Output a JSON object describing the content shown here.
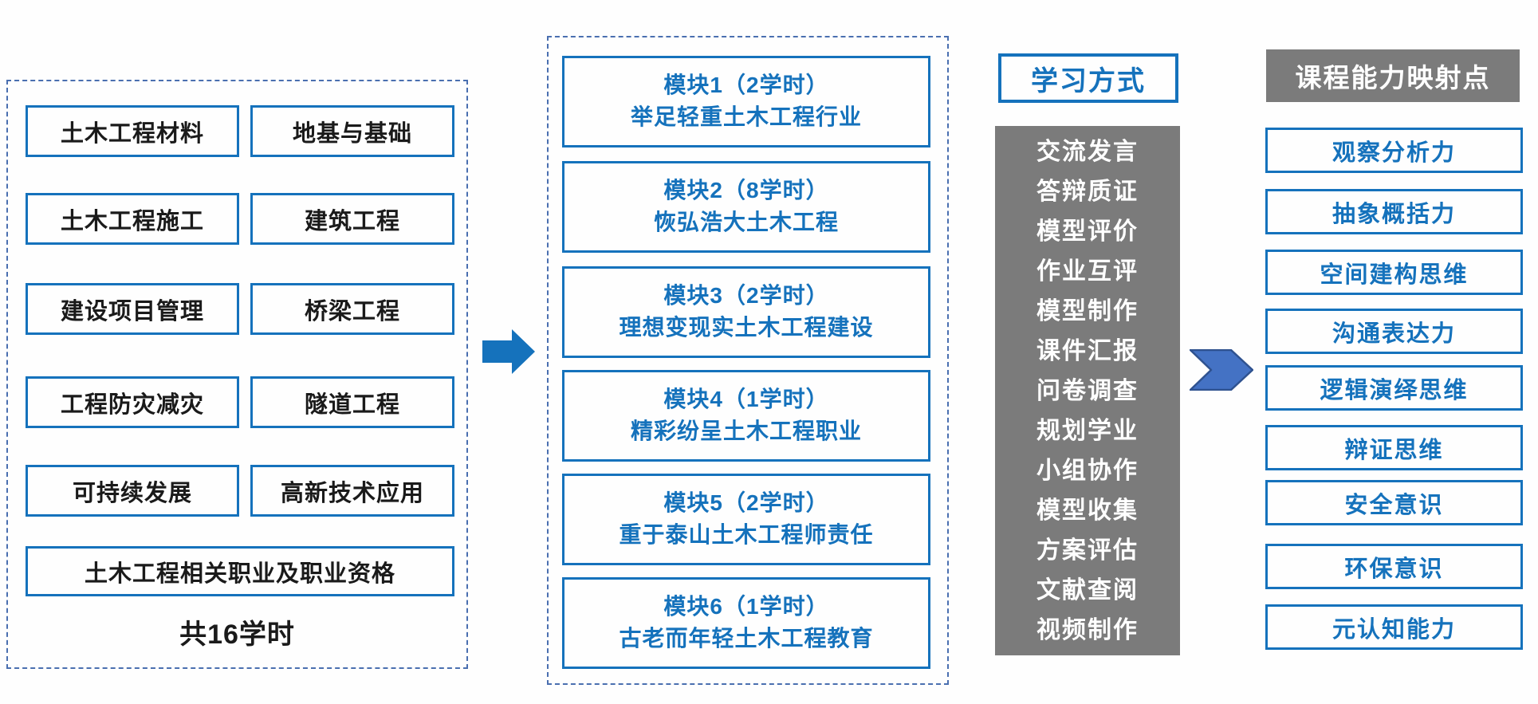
{
  "colors": {
    "accent_blue": "#1572bc",
    "panel_dash_blue": "#4a6fb0",
    "gray_panel": "#7b7b7b",
    "chevron_fill": "#4472c4",
    "chevron_stroke": "#2f528f",
    "box_text_black": "#1a1a1a",
    "white": "#ffffff"
  },
  "left_panel": {
    "topics": [
      [
        "土木工程材料",
        "地基与基础"
      ],
      [
        "土木工程施工",
        "建筑工程"
      ],
      [
        "建设项目管理",
        "桥梁工程"
      ],
      [
        "工程防灾减灾",
        "隧道工程"
      ],
      [
        "可持续发展",
        "高新技术应用"
      ]
    ],
    "wide_topic": "土木工程相关职业及职业资格",
    "total_label": "共16学时"
  },
  "modules": [
    {
      "title": "模块1（2学时）",
      "subtitle": "举足轻重土木工程行业"
    },
    {
      "title": "模块2（8学时）",
      "subtitle": "恢弘浩大土木工程"
    },
    {
      "title": "模块3（2学时）",
      "subtitle": "理想变现实土木工程建设"
    },
    {
      "title": "模块4（1学时）",
      "subtitle": "精彩纷呈土木工程职业"
    },
    {
      "title": "模块5（2学时）",
      "subtitle": "重于泰山土木工程师责任"
    },
    {
      "title": "模块6（1学时）",
      "subtitle": "古老而年轻土木工程教育"
    }
  ],
  "learning_methods": {
    "header": "学习方式",
    "items": [
      "交流发言",
      "答辩质证",
      "模型评价",
      "作业互评",
      "模型制作",
      "课件汇报",
      "问卷调查",
      "规划学业",
      "小组协作",
      "模型收集",
      "方案评估",
      "文献查阅",
      "视频制作"
    ]
  },
  "abilities": {
    "header": "课程能力映射点",
    "items": [
      "观察分析力",
      "抽象概括力",
      "空间建构思维",
      "沟通表达力",
      "逻辑演绎思维",
      "辩证思维",
      "安全意识",
      "环保意识",
      "元认知能力"
    ]
  },
  "icons": {
    "flow_arrow": "right-block-arrow",
    "mapping_arrow": "right-chevron-arrow"
  }
}
